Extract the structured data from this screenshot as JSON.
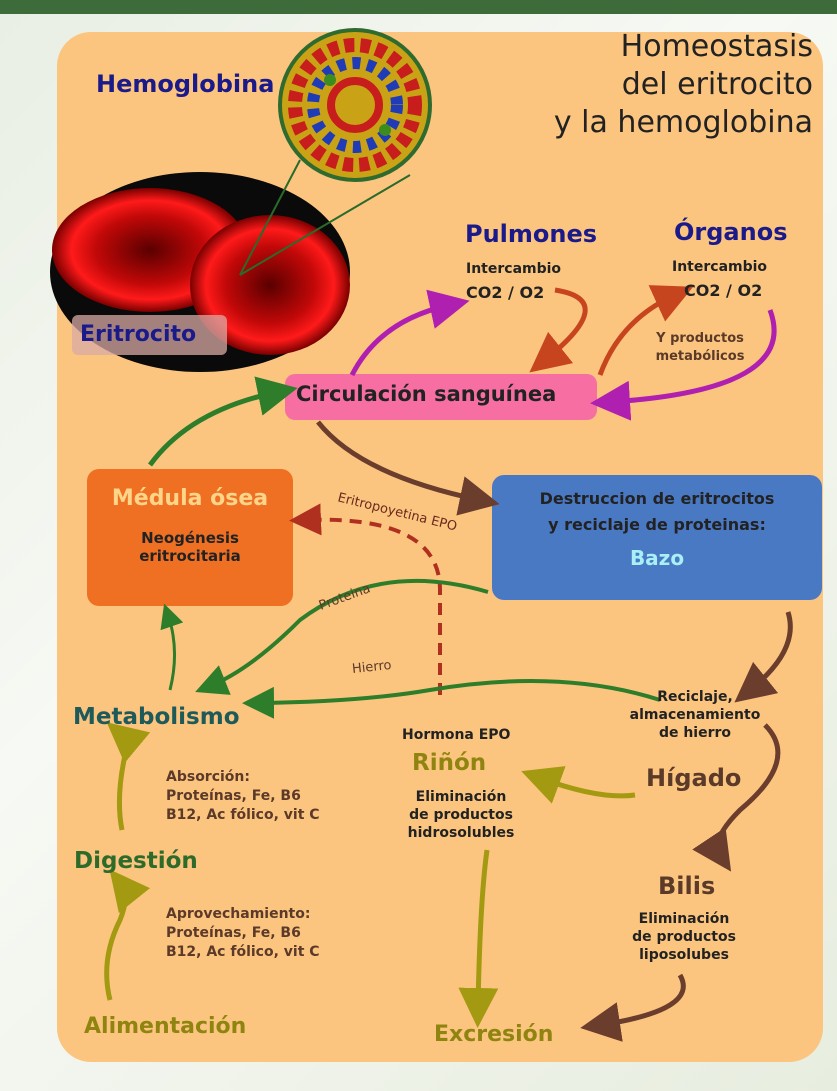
{
  "title": [
    "Homeostasis",
    "del eritrocito",
    "y la hemoglobina"
  ],
  "hemoglobina": "Hemoglobina",
  "eritrocito": "Eritrocito",
  "pulmones": {
    "name": "Pulmones",
    "sub": "Intercambio",
    "gas": "CO2 / O2"
  },
  "organos": {
    "name": "Órganos",
    "sub": "Intercambio",
    "gas": "CO2 / O2",
    "extra": [
      "Y productos",
      "metabólicos"
    ]
  },
  "circulacion": "Circulación sanguínea",
  "medula": {
    "name": "Médula ósea",
    "sub": [
      "Neogénesis",
      "eritrocitaria"
    ]
  },
  "bazo": {
    "lines": [
      "Destruccion de eritrocitos",
      "y reciclaje de proteinas:"
    ],
    "name": "Bazo"
  },
  "eritropoyetina": "Eritropoyetina EPO",
  "proteina": "Proteina",
  "hierro": "Hierro",
  "reciclaje": [
    "Reciclaje,",
    "almacenamiento",
    "de hierro"
  ],
  "hormona": "Hormona EPO",
  "rinon": {
    "name": "Riñón",
    "sub": [
      "Eliminación",
      "de productos",
      "hidrosolubles"
    ]
  },
  "higado": "Hígado",
  "metabolismo": "Metabolismo",
  "absorcion": [
    "Absorción:",
    "Proteínas, Fe, B6",
    "B12, Ac fólico, vit C"
  ],
  "digestion": "Digestión",
  "aprovechamiento": [
    "Aprovechamiento:",
    "Proteínas, Fe, B6",
    "B12, Ac fólico, vit C"
  ],
  "alimentacion": "Alimentación",
  "bilis": {
    "name": "Bilis",
    "sub": [
      "Eliminación",
      "de productos",
      "liposolubes"
    ]
  },
  "excrecion": "Excresión"
}
